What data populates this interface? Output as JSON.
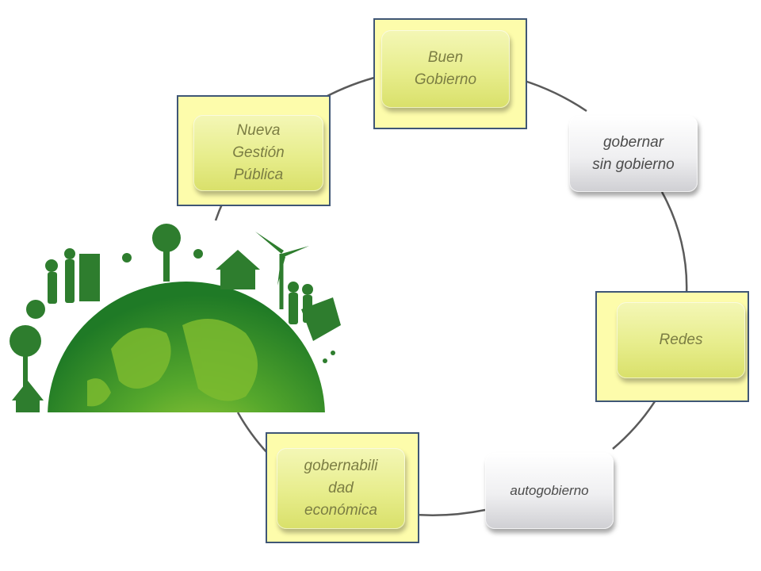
{
  "diagram": {
    "nodes": [
      {
        "id": "buen-gobierno",
        "label": "Buen\nGobierno",
        "style": "yellow"
      },
      {
        "id": "gobernar-sin-gobierno",
        "label": "gobernar\nsin gobierno",
        "style": "gray"
      },
      {
        "id": "redes",
        "label": "Redes",
        "style": "yellow"
      },
      {
        "id": "autogobierno",
        "label": "autogobierno",
        "style": "gray"
      },
      {
        "id": "gobernabilidad-economica",
        "label": "gobernabili\ndad\neconómica",
        "style": "yellow"
      },
      {
        "id": "nueva-gestion-publica",
        "label": "Nueva\nGestión\nPública",
        "style": "yellow"
      }
    ],
    "colors": {
      "highlight_fill": "#fdfcab",
      "highlight_border": "#3f5676",
      "yellow_node": "#e7ed8c",
      "gray_node": "#efeff1",
      "connector": "#5a5a5a",
      "globe_green": "#2e8b2e"
    },
    "image": {
      "icon": "green-earth-sustainable-city-illustration"
    }
  }
}
